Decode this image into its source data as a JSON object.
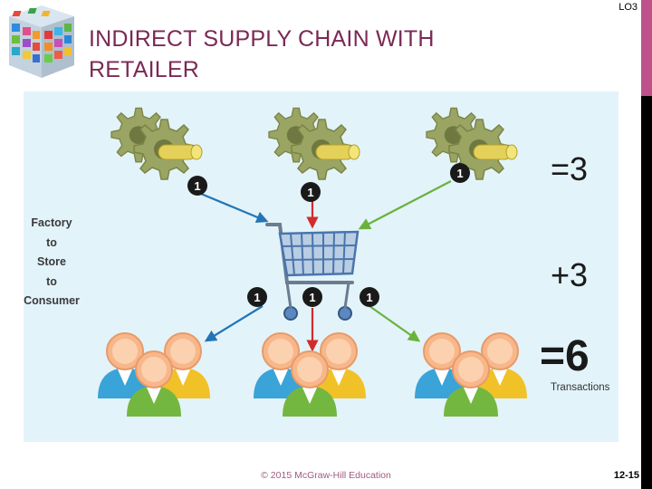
{
  "header": {
    "lo_tag": "LO3",
    "title": "INDIRECT SUPPLY CHAIN WITH RETAILER"
  },
  "diagram": {
    "flow_label_lines": [
      "Factory",
      "to",
      "Store",
      "to",
      "Consumer"
    ],
    "badges": {
      "factory_1": "1",
      "factory_2": "1",
      "factory_3": "1",
      "consumer_1": "1",
      "consumer_2": "1",
      "consumer_3": "1"
    },
    "equation": {
      "first": "=3",
      "second": "+3",
      "total": "=6",
      "total_caption": "Transactions"
    },
    "colors": {
      "arrow_blue": "#2475b5",
      "arrow_red": "#d22b2b",
      "arrow_green": "#6ab23c",
      "gear": "#8f9a5a",
      "bolt": "#e8d45a",
      "cart": "#5b88c2"
    }
  },
  "footer": {
    "copyright": "© 2015 McGraw-Hill Education",
    "page_number": "12-15"
  }
}
